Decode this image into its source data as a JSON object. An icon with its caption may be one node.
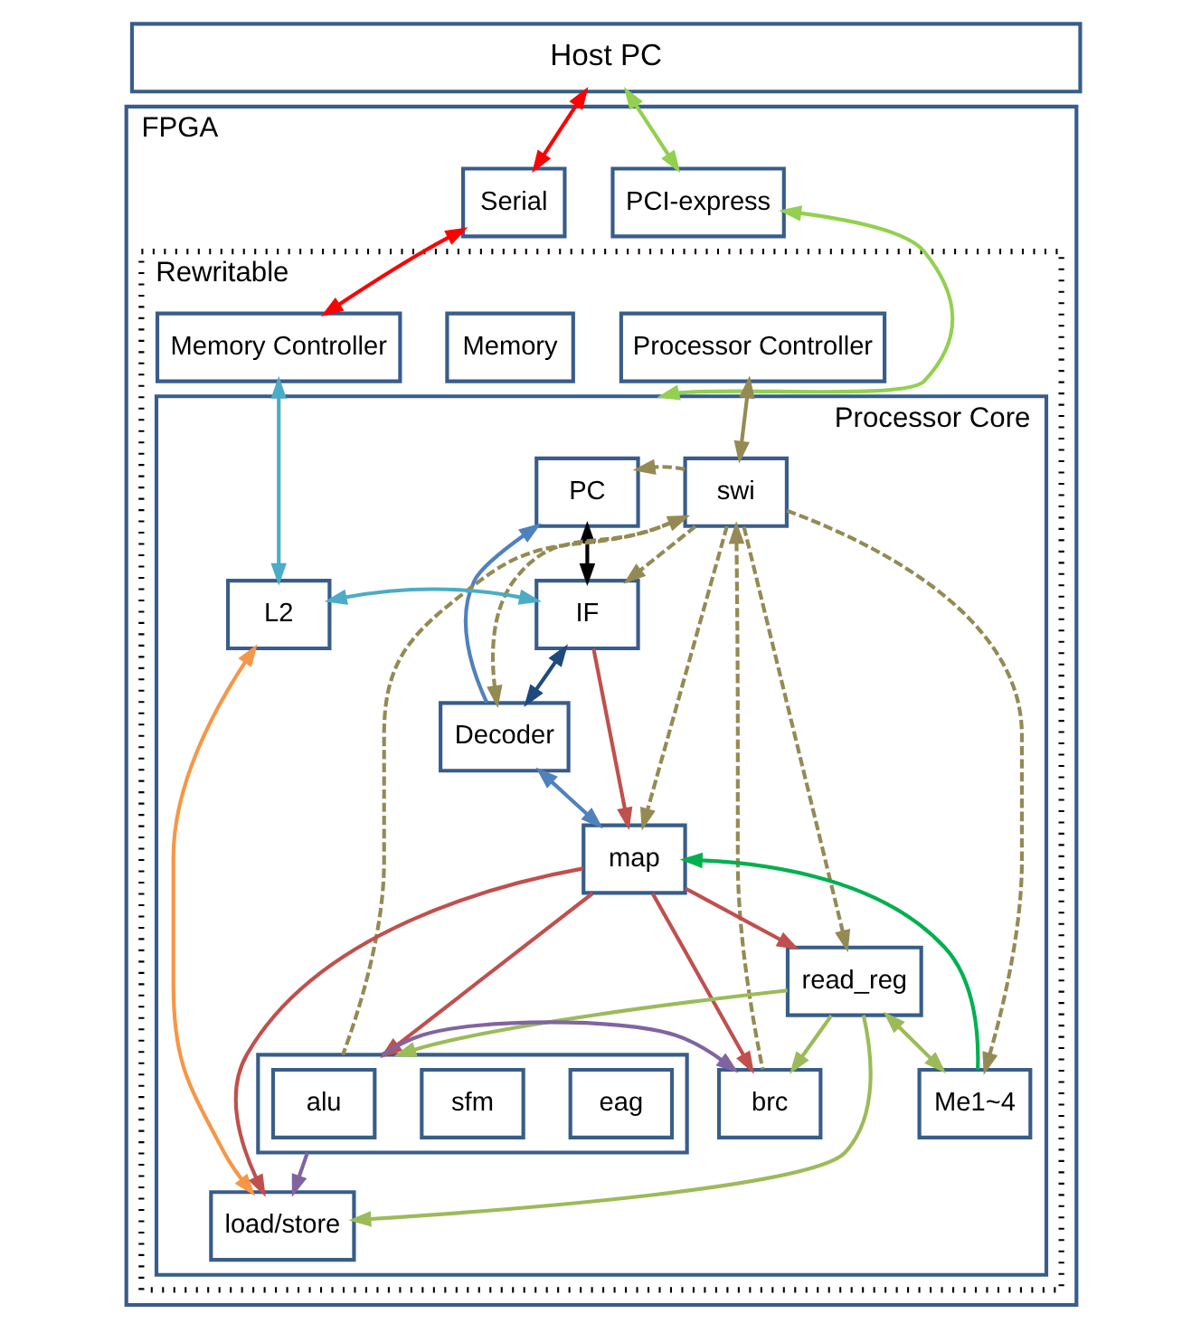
{
  "diagram": {
    "nodes": [
      {
        "text": [
          "Host PC"
        ]
      },
      {
        "text": [
          "FPGA"
        ]
      },
      {
        "text": [
          "Serial"
        ],
        "in": 1
      },
      {
        "text": [
          "PCI-express"
        ],
        "in": 1
      },
      {
        "text": [
          "Rewritable"
        ],
        "in": 1
      },
      {
        "text": [
          "Memory Controller"
        ],
        "in": 4
      },
      {
        "text": [
          "Memory"
        ],
        "in": 4
      },
      {
        "text": [
          "Processor Controller"
        ],
        "in": 4
      },
      {
        "text": [
          "Processor Core"
        ],
        "in": 4
      },
      {
        "text": [
          "PC"
        ],
        "in": 8
      },
      {
        "text": [
          "swi"
        ],
        "in": 8
      },
      {
        "text": [
          "L2"
        ],
        "in": 8
      },
      {
        "text": [
          "IF"
        ],
        "in": 8
      },
      {
        "text": [
          "Decoder"
        ],
        "in": 8
      },
      {
        "text": [
          "map"
        ],
        "in": 8
      },
      {
        "text": [
          "read_reg"
        ],
        "in": 8
      },
      {
        "text": [
          "Me1~4"
        ],
        "in": 8
      },
      {
        "text": [],
        "shape": "box",
        "in": 8
      },
      {
        "text": [
          "alu"
        ],
        "in": 17
      },
      {
        "text": [
          "sfm"
        ],
        "in": 17
      },
      {
        "text": [
          "eag"
        ],
        "in": 17
      },
      {
        "text": [
          "brc"
        ],
        "in": 8
      },
      {
        "text": [
          "load/store"
        ],
        "in": 8
      }
    ],
    "edges": [
      {
        "from": 0,
        "to": 2,
        "arrow": "both",
        "color": "#ff0000"
      },
      {
        "from": 2,
        "to": 5,
        "arrow": "both",
        "color": "#ff0000"
      },
      {
        "from": 0,
        "to": 3,
        "arrow": "both",
        "color": "#92d050"
      },
      {
        "from": 3,
        "to": 8,
        "arrow": "both",
        "color": "#92d050"
      },
      {
        "from": 7,
        "to": 10,
        "arrow": "both",
        "color": "#948a54"
      },
      {
        "from": 5,
        "to": 11,
        "arrow": "both",
        "color": "#4bacc6"
      },
      {
        "from": 11,
        "to": 12,
        "arrow": "both",
        "color": "#4bacc6"
      },
      {
        "from": 13,
        "to": 9,
        "arrow": "to",
        "color": "#4f81bd"
      },
      {
        "from": 9,
        "to": 12,
        "arrow": "both",
        "color": "#000000"
      },
      {
        "from": 12,
        "to": 13,
        "arrow": "both",
        "color": "#1f497d"
      },
      {
        "from": 13,
        "to": 14,
        "arrow": "both",
        "color": "#4f81bd"
      },
      {
        "from": 12,
        "to": 14,
        "arrow": "to",
        "color": "#c0504d"
      },
      {
        "from": 10,
        "to": 9,
        "arrow": "to",
        "style": "dashed",
        "color": "#948a54"
      },
      {
        "from": 10,
        "to": 12,
        "arrow": "to",
        "style": "dashed",
        "color": "#948a54"
      },
      {
        "from": 10,
        "to": 13,
        "arrow": "to",
        "style": "dashed",
        "color": "#948a54"
      },
      {
        "from": 10,
        "to": 14,
        "arrow": "to",
        "style": "dashed",
        "color": "#948a54"
      },
      {
        "from": 17,
        "to": 10,
        "arrow": "to",
        "style": "dashed",
        "color": "#948a54"
      },
      {
        "from": 21,
        "to": 10,
        "arrow": "to",
        "style": "dashed",
        "color": "#948a54"
      },
      {
        "from": 10,
        "to": 15,
        "arrow": "to",
        "style": "dashed",
        "color": "#948a54"
      },
      {
        "from": 10,
        "to": 16,
        "arrow": "to",
        "style": "dashed",
        "color": "#948a54"
      },
      {
        "from": 11,
        "to": 22,
        "arrow": "both",
        "color": "#f79646"
      },
      {
        "from": 16,
        "to": 14,
        "arrow": "to",
        "color": "#00b050"
      },
      {
        "from": 14,
        "to": 15,
        "arrow": "to",
        "color": "#c0504d"
      },
      {
        "from": 14,
        "to": 17,
        "arrow": "to",
        "color": "#c0504d"
      },
      {
        "from": 14,
        "to": 21,
        "arrow": "to",
        "color": "#c0504d"
      },
      {
        "from": 14,
        "to": 22,
        "arrow": "to",
        "color": "#c0504d"
      },
      {
        "from": 15,
        "to": 16,
        "arrow": "both",
        "color": "#9bbb59"
      },
      {
        "from": 15,
        "to": 17,
        "arrow": "to",
        "color": "#9bbb59"
      },
      {
        "from": 15,
        "to": 21,
        "arrow": "to",
        "color": "#9bbb59"
      },
      {
        "from": 15,
        "to": 22,
        "arrow": "to",
        "color": "#9bbb59"
      },
      {
        "from": 17,
        "to": 21,
        "arrow": "to",
        "color": "#8064a2"
      },
      {
        "from": 17,
        "to": 22,
        "arrow": "to",
        "color": "#8064a2"
      }
    ]
  }
}
